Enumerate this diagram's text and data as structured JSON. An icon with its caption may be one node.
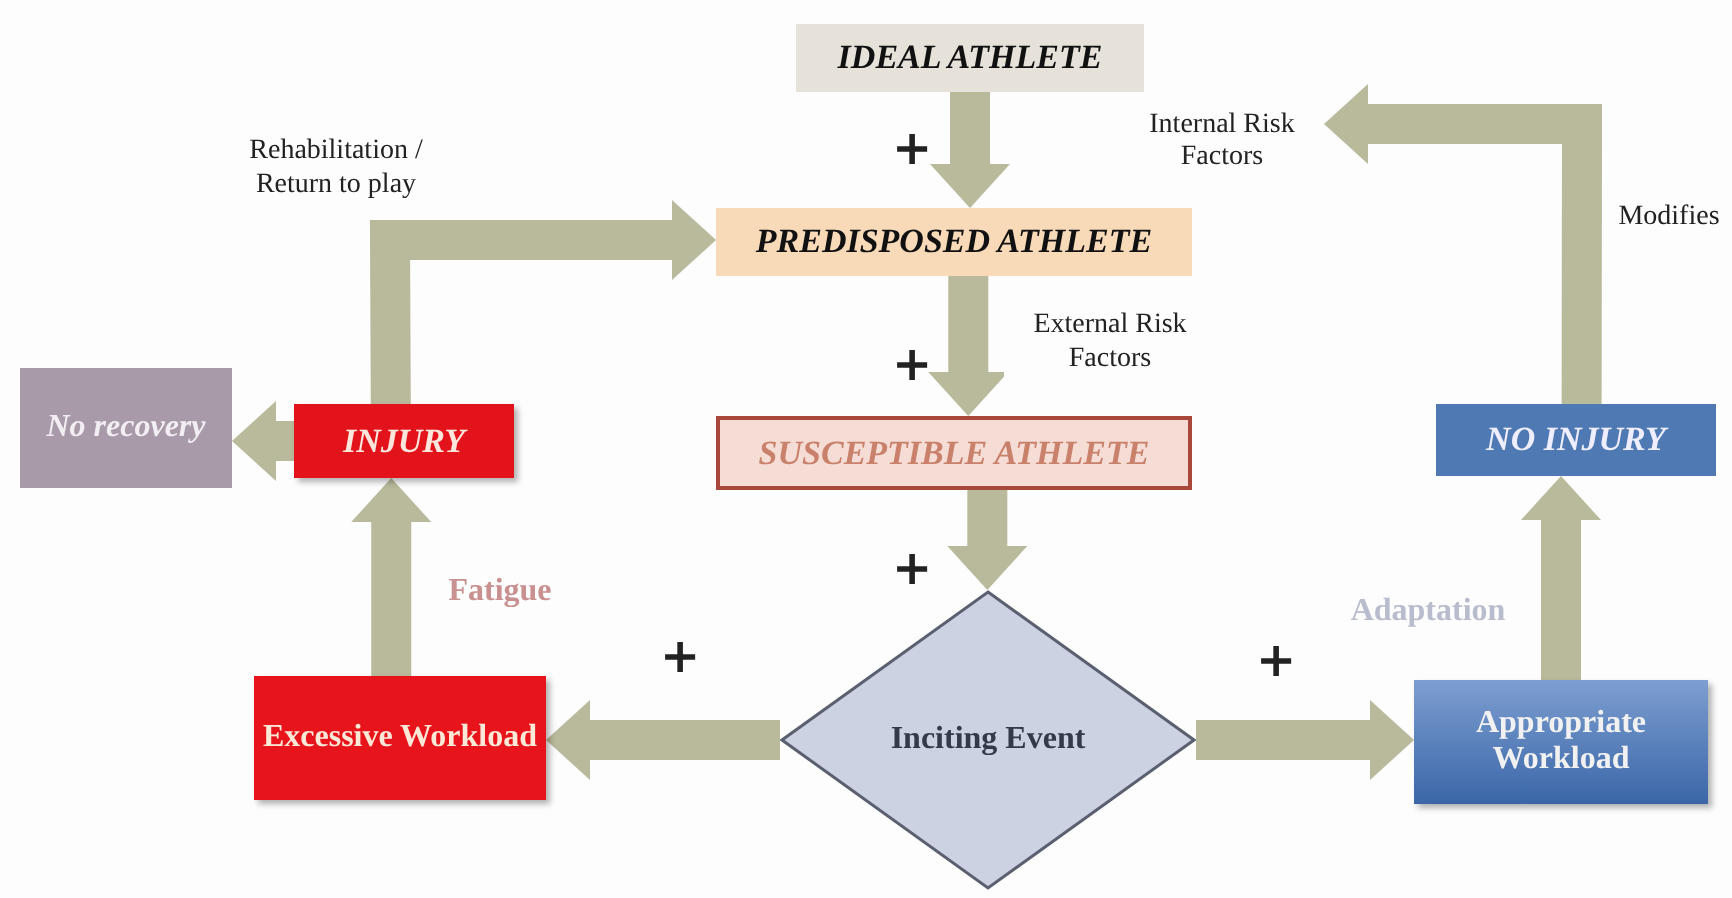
{
  "diagram": {
    "nodes": [
      {
        "text": [
          "IDEAL ATHLETE"
        ]
      },
      {
        "text": [
          "PREDISPOSED ATHLETE"
        ]
      },
      {
        "text": [
          "SUSCEPTIBLE ATHLETE"
        ]
      },
      {
        "text": [
          "Inciting Event"
        ]
      },
      {
        "text": [
          "Excessive Workload"
        ]
      },
      {
        "text": [
          "Appropriate Workload"
        ]
      },
      {
        "text": [
          "NO INJURY"
        ]
      },
      {
        "text": [
          "INJURY"
        ]
      },
      {
        "text": [
          "No recovery"
        ]
      },
      {
        "text": [
          "Internal Risk Factors"
        ]
      }
    ],
    "edges": [
      {
        "from": 0,
        "to": 1,
        "arrow": "to"
      },
      {
        "from": 1,
        "to": 2,
        "arrow": "to",
        "label": "External Risk Factors"
      },
      {
        "from": 2,
        "to": 3,
        "arrow": "to"
      },
      {
        "from": 3,
        "to": 4,
        "arrow": "to"
      },
      {
        "from": 3,
        "to": 5,
        "arrow": "to"
      },
      {
        "from": 4,
        "to": 7,
        "arrow": "to",
        "label": "Fatigue"
      },
      {
        "from": 5,
        "to": 6,
        "arrow": "to",
        "label": "Adaptation"
      },
      {
        "from": 6,
        "to": 9,
        "arrow": "to",
        "label": "Modifies"
      },
      {
        "from": 7,
        "to": 1,
        "arrow": "to",
        "label": "Rehabilitation / Return to play"
      },
      {
        "from": 7,
        "to": 8,
        "arrow": "to"
      }
    ],
    "labels": [
      "+",
      "+",
      "+",
      "+",
      "+"
    ]
  }
}
